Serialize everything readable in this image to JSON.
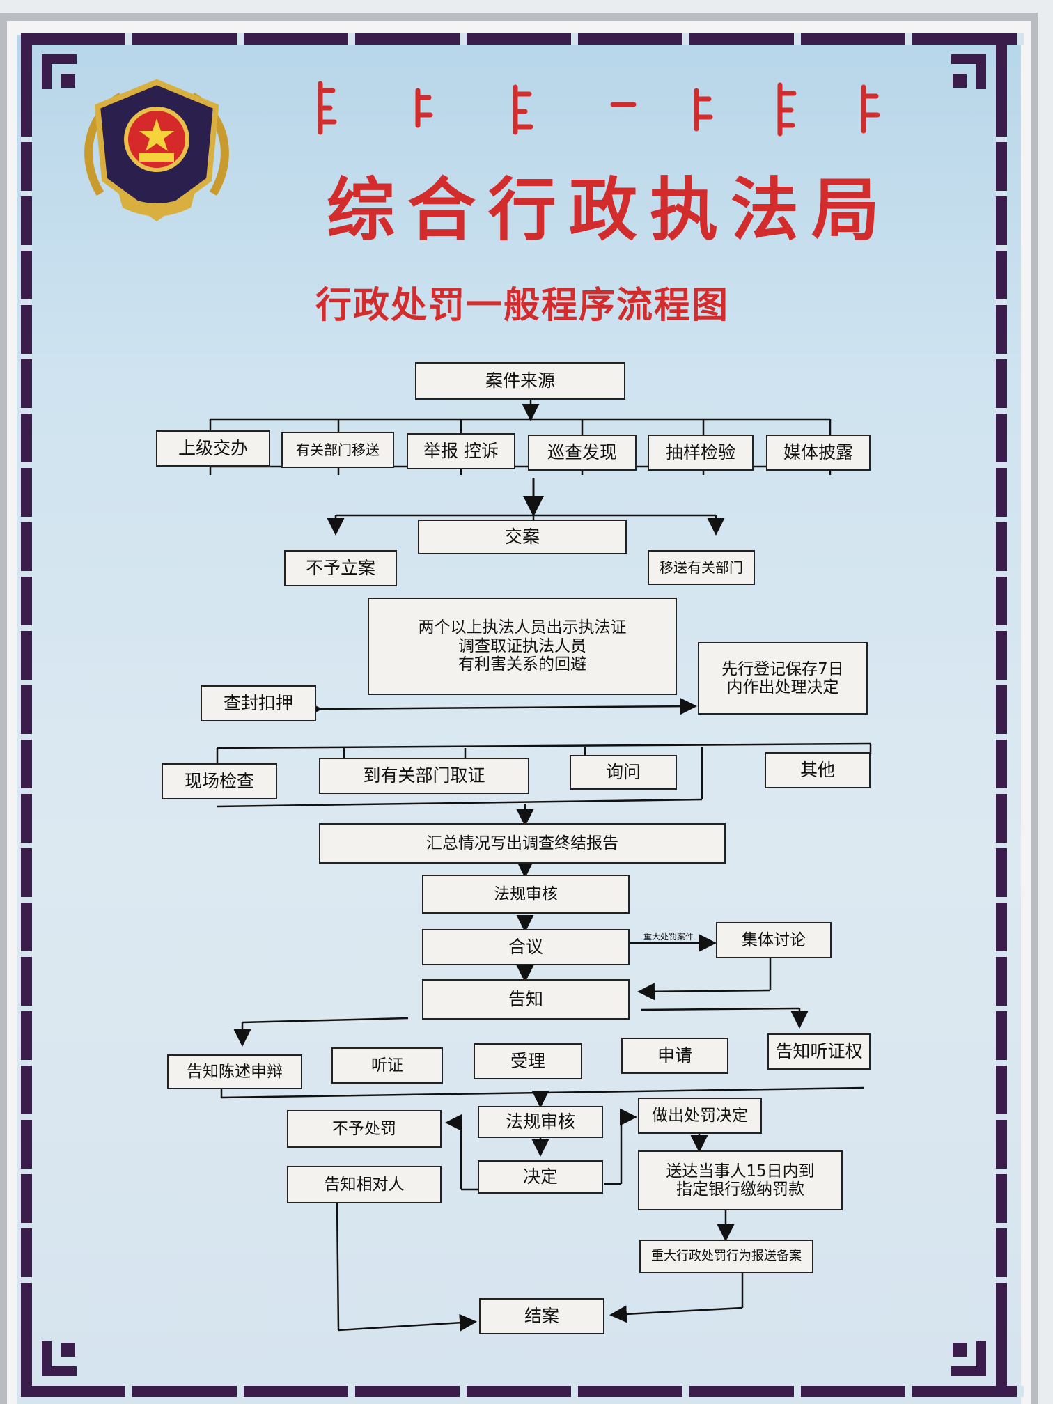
{
  "agency_title": "综合行政执法局",
  "chart_title": "行政处罚一般程序流程图",
  "mongolian_script_note": "Mongolian script heading (decorative)",
  "nodes": {
    "case_source": "案件来源",
    "superior_assigned": "上级交办",
    "dept_transfer": "有关部门移送",
    "report_complaint": "举报 控诉",
    "patrol_found": "巡查发现",
    "sample_test": "抽样检验",
    "media_exposure": "媒体披露",
    "accept_case": "交案",
    "no_filing": "不予立案",
    "transfer_dept": "移送有关部门",
    "investigators_l1": "两个以上执法人员出示执法证",
    "investigators_l2": "调查取证执法人员",
    "investigators_l3": "有利害关系的回避",
    "seizure": "查封扣押",
    "preserve_l1": "先行登记保存7日",
    "preserve_l2": "内作出处理决定",
    "site_inspection": "现场检查",
    "evidence_dept": "到有关部门取证",
    "inquiry": "询问",
    "other": "其他",
    "summary_report": "汇总情况写出调查终结报告",
    "legal_review_1": "法规审核",
    "deliberation": "合议",
    "major_case_label": "重大处罚案件",
    "collective_discussion": "集体讨论",
    "notify": "告知",
    "notify_defense": "告知陈述申辩",
    "hearing": "听证",
    "acceptance": "受理",
    "application": "申请",
    "notify_hearing_right": "告知听证权",
    "no_penalty": "不予处罚",
    "legal_review_2": "法规审核",
    "penalty_decision": "做出处罚决定",
    "notify_party": "告知相对人",
    "decision": "决定",
    "delivery_l1": "送达当事人15日内到",
    "delivery_l2": "指定银行缴纳罚款",
    "major_filing": "重大行政处罚行为报送备案",
    "case_closed": "结案"
  },
  "colors": {
    "title_red": "#d22c2c",
    "border_purple": "#3a1d4b",
    "box_fill": "#f3f2ef"
  }
}
